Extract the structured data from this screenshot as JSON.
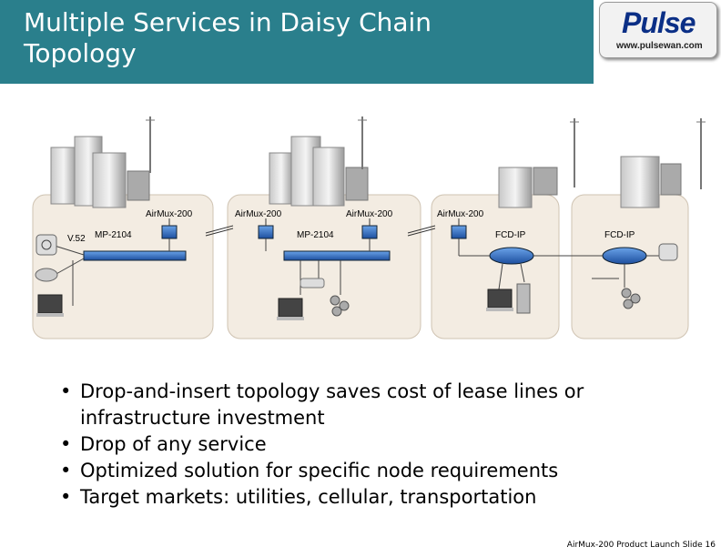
{
  "slide": {
    "title": "Multiple Services in Daisy Chain Topology",
    "logo": {
      "word": "Pulse",
      "url": "www.pulsewan.com"
    },
    "footer": "AirMux-200 Product Launch  Slide 16"
  },
  "diagram": {
    "labels": {
      "airmux_1": "AirMux-200",
      "airmux_2": "AirMux-200",
      "airmux_3": "AirMux-200",
      "airmux_4": "AirMux-200",
      "v52": "V.52",
      "mp_1": "MP-2104",
      "mp_2": "MP-2104",
      "fcd_1": "FCD-IP",
      "fcd_2": "FCD-IP"
    }
  },
  "bullets": [
    "Drop-and-insert topology saves cost of lease lines or infrastructure investment",
    "Drop of any service",
    "Optimized solution for specific node requirements",
    "Target markets: utilities, cellular, transportation"
  ],
  "colors": {
    "header": "#2a7f8c",
    "panel": "#f3ece2",
    "device": "#2f6fc9",
    "logo": "#0b2f86"
  }
}
